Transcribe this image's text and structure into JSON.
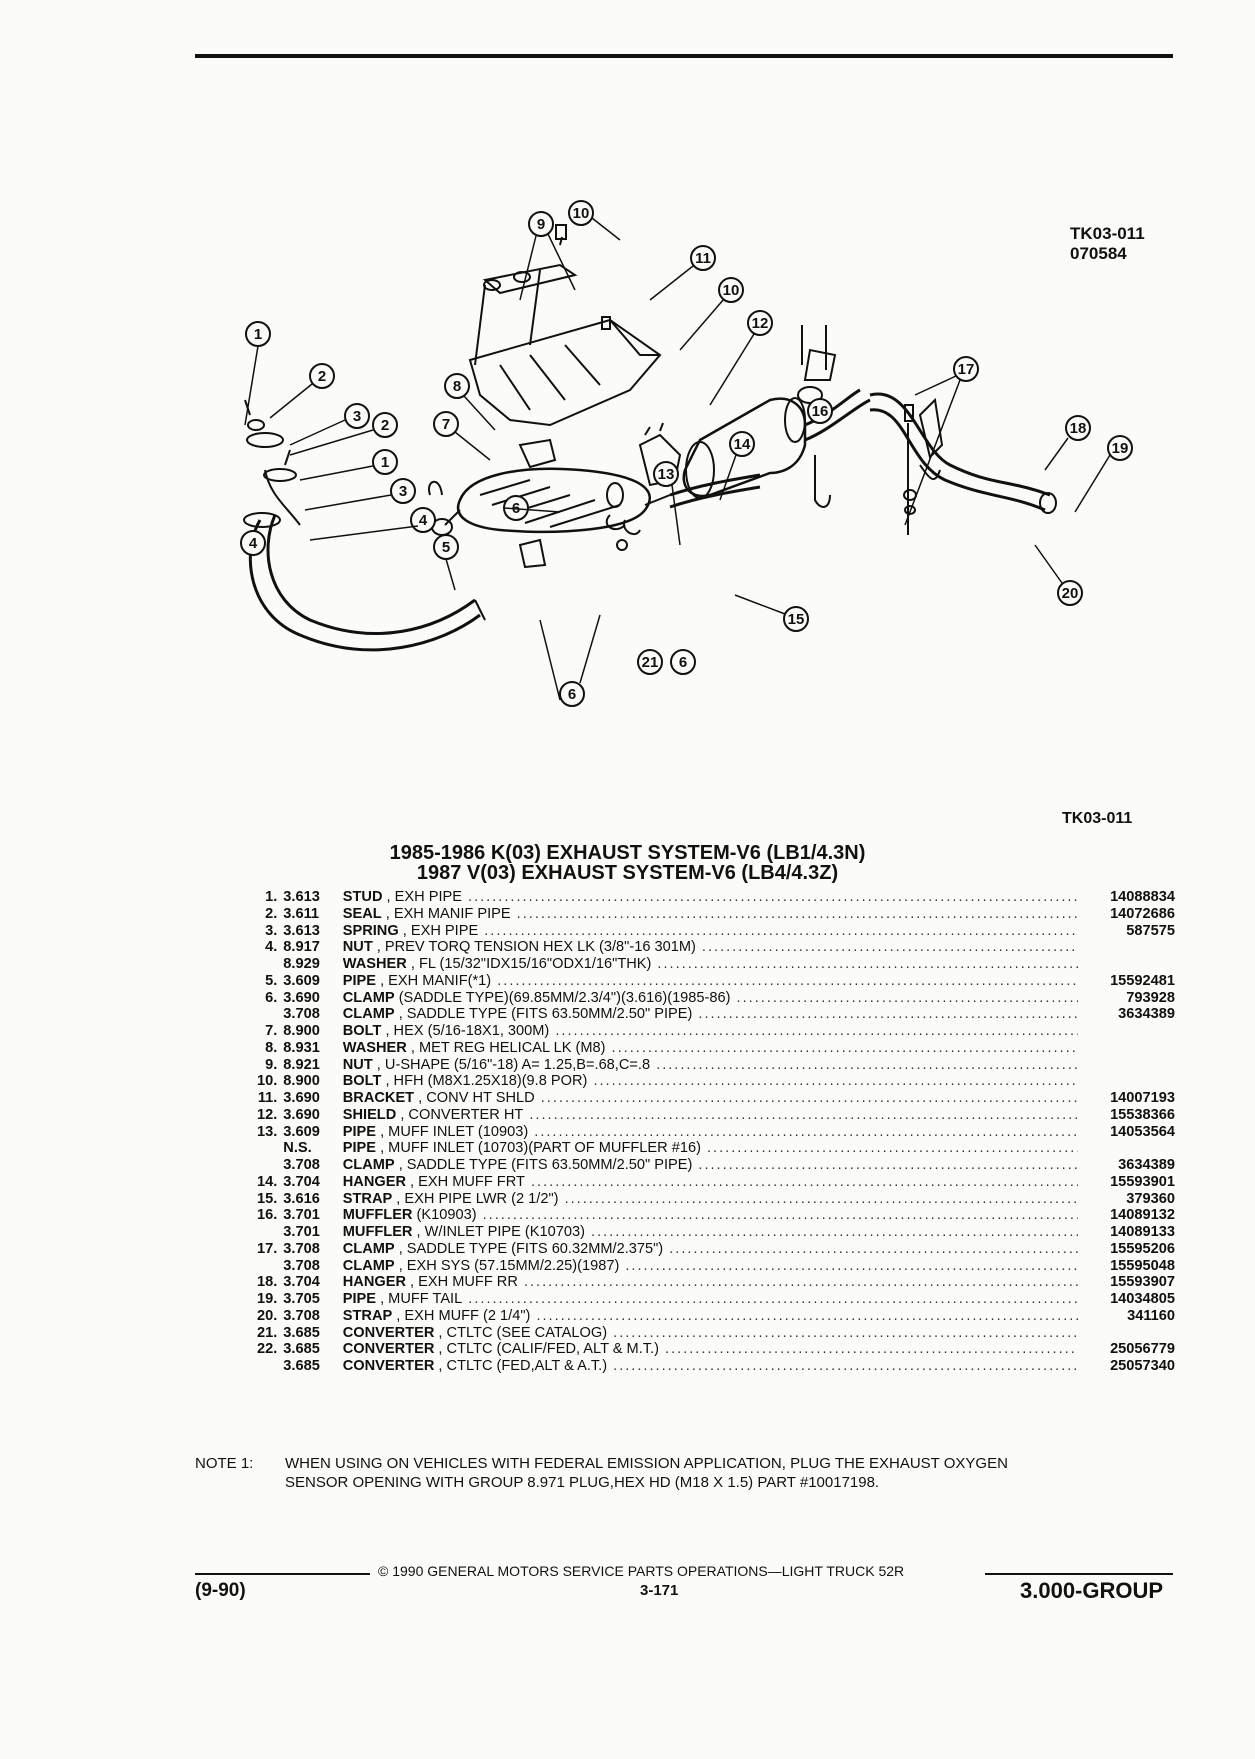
{
  "figure": {
    "code": "TK03-011",
    "date_code": "070584",
    "caption_code": "TK03-011"
  },
  "callouts": [
    "1",
    "2",
    "3",
    "2",
    "1",
    "3",
    "4",
    "4",
    "5",
    "6",
    "7",
    "8",
    "9",
    "10",
    "11",
    "10",
    "12",
    "13",
    "14",
    "15",
    "16",
    "17",
    "18",
    "19",
    "20",
    "21",
    "6",
    "6"
  ],
  "title": {
    "line1": "1985-1986 K(03) EXHAUST SYSTEM-V6 (LB1/4.3N)",
    "line2": "1987 V(03) EXHAUST SYSTEM-V6 (LB4/4.3Z)"
  },
  "parts": [
    {
      "num": "1.",
      "group": "3.613",
      "name": "STUD",
      "desc": " , EXH PIPE",
      "pn": "14088834"
    },
    {
      "num": "2.",
      "group": "3.611",
      "name": "SEAL",
      "desc": " , EXH MANIF PIPE",
      "pn": "14072686"
    },
    {
      "num": "3.",
      "group": "3.613",
      "name": "SPRING",
      "desc": " , EXH PIPE",
      "pn": "587575"
    },
    {
      "num": "4.",
      "group": "8.917",
      "name": "NUT",
      "desc": " , PREV TORQ TENSION HEX LK (3/8\"-16 301M)",
      "pn": ""
    },
    {
      "num": "",
      "group": "8.929",
      "name": "WASHER",
      "desc": " , FL (15/32\"IDX15/16\"ODX1/16\"THK)",
      "pn": ""
    },
    {
      "num": "5.",
      "group": "3.609",
      "name": "PIPE",
      "desc": " , EXH MANIF(*1)",
      "pn": "15592481"
    },
    {
      "num": "6.",
      "group": "3.690",
      "name": "CLAMP",
      "desc": " (SADDLE TYPE)(69.85MM/2.3/4\")(3.616)(1985-86)",
      "pn": "793928"
    },
    {
      "num": "",
      "group": "3.708",
      "name": "CLAMP",
      "desc": " , SADDLE TYPE (FITS 63.50MM/2.50\" PIPE)",
      "pn": "3634389"
    },
    {
      "num": "7.",
      "group": "8.900",
      "name": "BOLT",
      "desc": " , HEX (5/16-18X1, 300M)",
      "pn": ""
    },
    {
      "num": "8.",
      "group": "8.931",
      "name": "WASHER",
      "desc": " , MET REG HELICAL LK (M8)",
      "pn": ""
    },
    {
      "num": "9.",
      "group": "8.921",
      "name": "NUT",
      "desc": " , U-SHAPE (5/16\"-18) A= 1.25,B=.68,C=.8",
      "pn": ""
    },
    {
      "num": "10.",
      "group": "8.900",
      "name": "BOLT",
      "desc": " , HFH (M8X1.25X18)(9.8 POR)",
      "pn": ""
    },
    {
      "num": "11.",
      "group": "3.690",
      "name": "BRACKET",
      "desc": " , CONV HT SHLD",
      "pn": "14007193"
    },
    {
      "num": "12.",
      "group": "3.690",
      "name": "SHIELD",
      "desc": " , CONVERTER HT",
      "pn": "15538366"
    },
    {
      "num": "13.",
      "group": "3.609",
      "name": "PIPE",
      "desc": " , MUFF INLET (10903)",
      "pn": "14053564"
    },
    {
      "num": "",
      "group": "N.S.",
      "name": "PIPE",
      "desc": " , MUFF INLET (10703)(PART OF MUFFLER #16)",
      "pn": ""
    },
    {
      "num": "",
      "group": "3.708",
      "name": "CLAMP",
      "desc": " , SADDLE TYPE (FITS 63.50MM/2.50\" PIPE)",
      "pn": "3634389"
    },
    {
      "num": "14.",
      "group": "3.704",
      "name": "HANGER",
      "desc": " , EXH MUFF FRT",
      "pn": "15593901"
    },
    {
      "num": "15.",
      "group": "3.616",
      "name": "STRAP",
      "desc": " , EXH PIPE LWR (2 1/2\")",
      "pn": "379360"
    },
    {
      "num": "16.",
      "group": "3.701",
      "name": "MUFFLER",
      "desc": " (K10903)",
      "pn": "14089132"
    },
    {
      "num": "",
      "group": "3.701",
      "name": "MUFFLER",
      "desc": " , W/INLET PIPE (K10703)",
      "pn": "14089133"
    },
    {
      "num": "17.",
      "group": "3.708",
      "name": "CLAMP",
      "desc": " , SADDLE TYPE (FITS 60.32MM/2.375\")",
      "pn": "15595206"
    },
    {
      "num": "",
      "group": "3.708",
      "name": "CLAMP",
      "desc": " , EXH SYS (57.15MM/2.25)(1987)",
      "pn": "15595048"
    },
    {
      "num": "18.",
      "group": "3.704",
      "name": "HANGER",
      "desc": " , EXH MUFF RR",
      "pn": "15593907"
    },
    {
      "num": "19.",
      "group": "3.705",
      "name": "PIPE",
      "desc": " , MUFF TAIL",
      "pn": "14034805"
    },
    {
      "num": "20.",
      "group": "3.708",
      "name": "STRAP",
      "desc": " , EXH MUFF (2 1/4\")",
      "pn": "341160"
    },
    {
      "num": "21.",
      "group": "3.685",
      "name": "CONVERTER",
      "desc": " , CTLTC (SEE CATALOG)",
      "pn": ""
    },
    {
      "num": "22.",
      "group": "3.685",
      "name": "CONVERTER",
      "desc": " , CTLTC (CALIF/FED, ALT & M.T.)",
      "pn": "25056779"
    },
    {
      "num": "",
      "group": "3.685",
      "name": "CONVERTER",
      "desc": " , CTLTC (FED,ALT & A.T.)",
      "pn": "25057340"
    }
  ],
  "note": {
    "label": "NOTE  1:",
    "line1": "WHEN USING ON VEHICLES WITH FEDERAL EMISSION APPLICATION, PLUG THE EXHAUST OXYGEN",
    "line2": "SENSOR OPENING WITH GROUP 8.971 PLUG,HEX HD (M18 X 1.5) PART #10017198."
  },
  "footer": {
    "copyright": "© 1990 GENERAL MOTORS SERVICE PARTS OPERATIONS—LIGHT TRUCK 52R",
    "date": "(9-90)",
    "page": "3-171",
    "group": "3.000-GROUP"
  }
}
